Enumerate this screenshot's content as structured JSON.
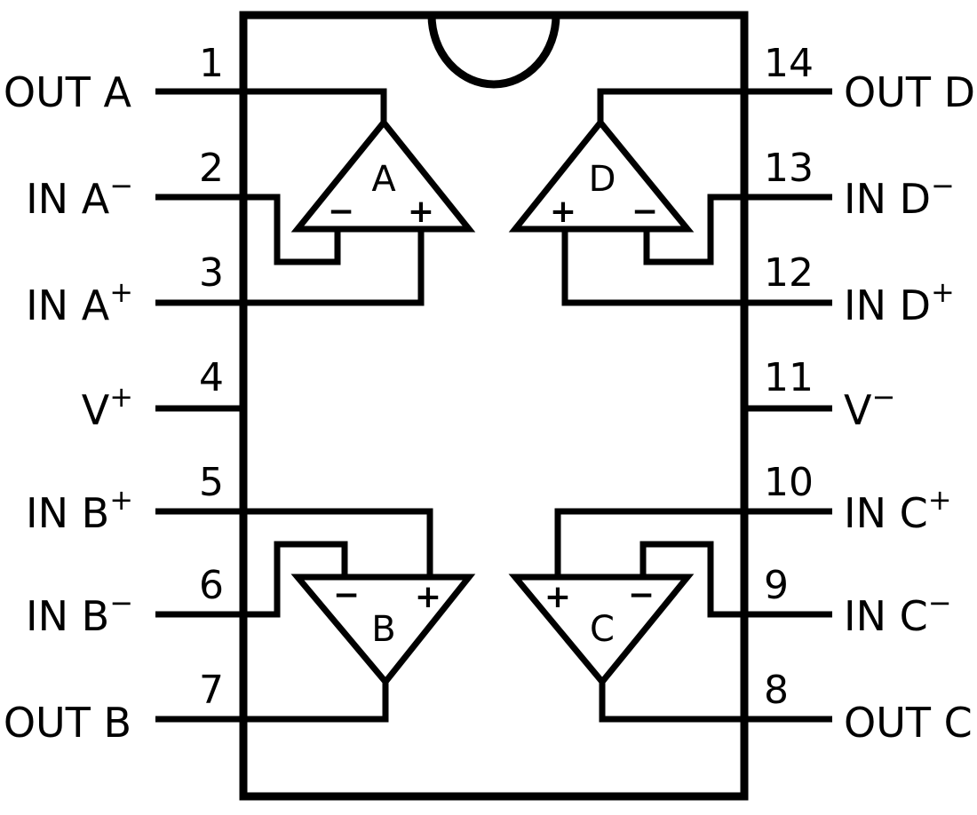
{
  "pins": [
    {
      "number": "1",
      "label": "OUT A",
      "sup": ""
    },
    {
      "number": "2",
      "label": "IN A",
      "sup": "−"
    },
    {
      "number": "3",
      "label": "IN A",
      "sup": "+"
    },
    {
      "number": "4",
      "label": "V",
      "sup": "+"
    },
    {
      "number": "5",
      "label": "IN B",
      "sup": "+"
    },
    {
      "number": "6",
      "label": "IN B",
      "sup": "−"
    },
    {
      "number": "7",
      "label": "OUT B",
      "sup": ""
    },
    {
      "number": "8",
      "label": "OUT C",
      "sup": ""
    },
    {
      "number": "9",
      "label": "IN C",
      "sup": "−"
    },
    {
      "number": "10",
      "label": "IN C",
      "sup": "+"
    },
    {
      "number": "11",
      "label": "V",
      "sup": "−"
    },
    {
      "number": "12",
      "label": "IN D",
      "sup": "+"
    },
    {
      "number": "13",
      "label": "IN D",
      "sup": "−"
    },
    {
      "number": "14",
      "label": "OUT D",
      "sup": ""
    }
  ],
  "amplifiers": [
    {
      "letter": "A",
      "minus": "−",
      "plus": "+"
    },
    {
      "letter": "B",
      "minus": "−",
      "plus": "+"
    },
    {
      "letter": "C",
      "minus": "−",
      "plus": "+"
    },
    {
      "letter": "D",
      "minus": "−",
      "plus": "+"
    }
  ]
}
